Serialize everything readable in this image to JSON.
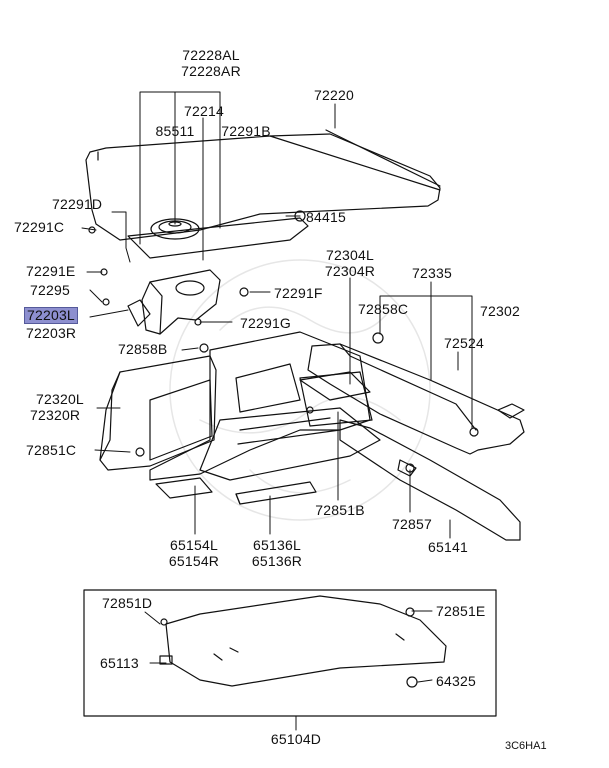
{
  "parts": {
    "p72228AL": "72228AL",
    "p72228AR": "72228AR",
    "p72214": "72214",
    "p85511": "85511",
    "p72291B": "72291B",
    "p72220": "72220",
    "p72291D": "72291D",
    "p72291C": "72291C",
    "p84415": "84415",
    "p72291E": "72291E",
    "p72295": "72295",
    "p72203L": "72203L",
    "p72203R": "72203R",
    "p72291F": "72291F",
    "p72291G": "72291G",
    "p72858B": "72858B",
    "p72304L": "72304L",
    "p72304R": "72304R",
    "p72335": "72335",
    "p72858C": "72858C",
    "p72302": "72302",
    "p72524": "72524",
    "p72320L": "72320L",
    "p72320R": "72320R",
    "p72851C": "72851C",
    "p72851B": "72851B",
    "p72857": "72857",
    "p65141": "65141",
    "p65154L": "65154L",
    "p65154R": "65154R",
    "p65136L": "65136L",
    "p65136R": "65136R",
    "p72851D": "72851D",
    "p72851E": "72851E",
    "p65113": "65113",
    "p64325": "64325",
    "p65104D": "65104D"
  },
  "diagram_code": "3C6HA1",
  "highlight_color": "#8d8fcf"
}
